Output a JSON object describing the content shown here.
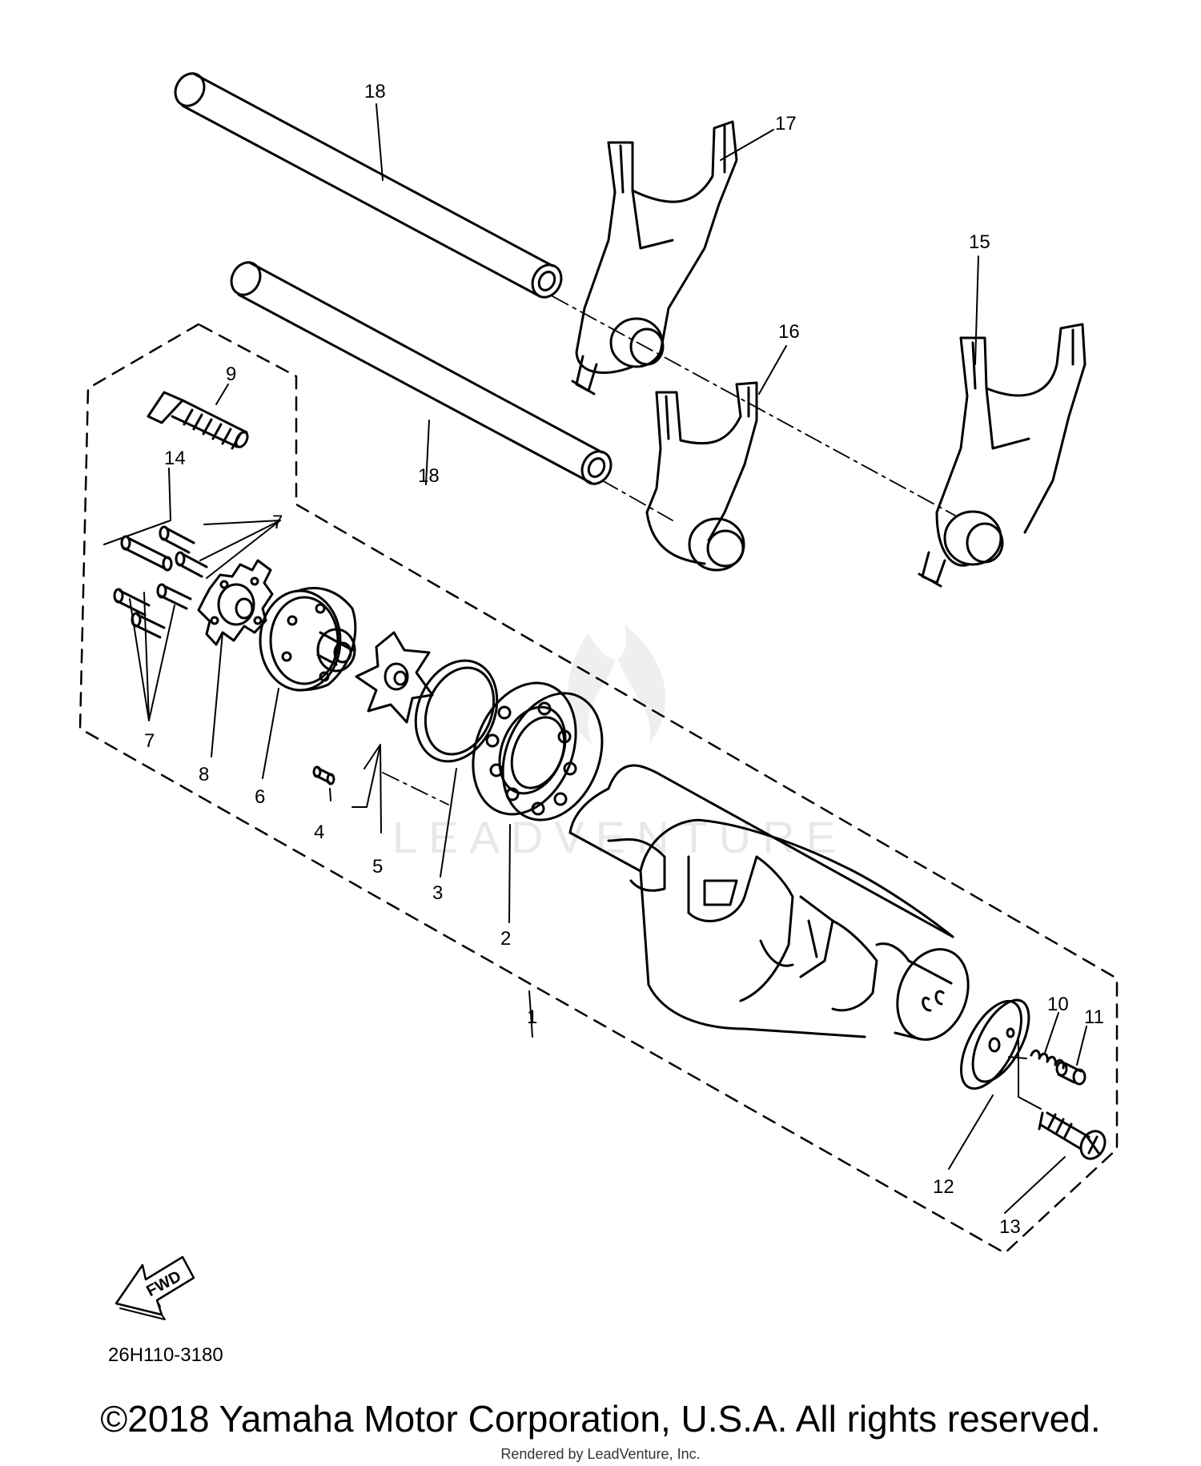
{
  "diagram": {
    "part_code": "26H110-3180",
    "fwd_label": "FWD",
    "watermark": "LEADVENTURE",
    "callouts": [
      "1",
      "2",
      "3",
      "4",
      "5",
      "6",
      "7",
      "7",
      "8",
      "9",
      "10",
      "11",
      "12",
      "13",
      "14",
      "15",
      "16",
      "17",
      "18",
      "18"
    ]
  },
  "footer": {
    "copyright": "©2018 Yamaha Motor Corporation, U.S.A. All rights reserved.",
    "rendered_by": "Rendered by LeadVenture, Inc."
  }
}
